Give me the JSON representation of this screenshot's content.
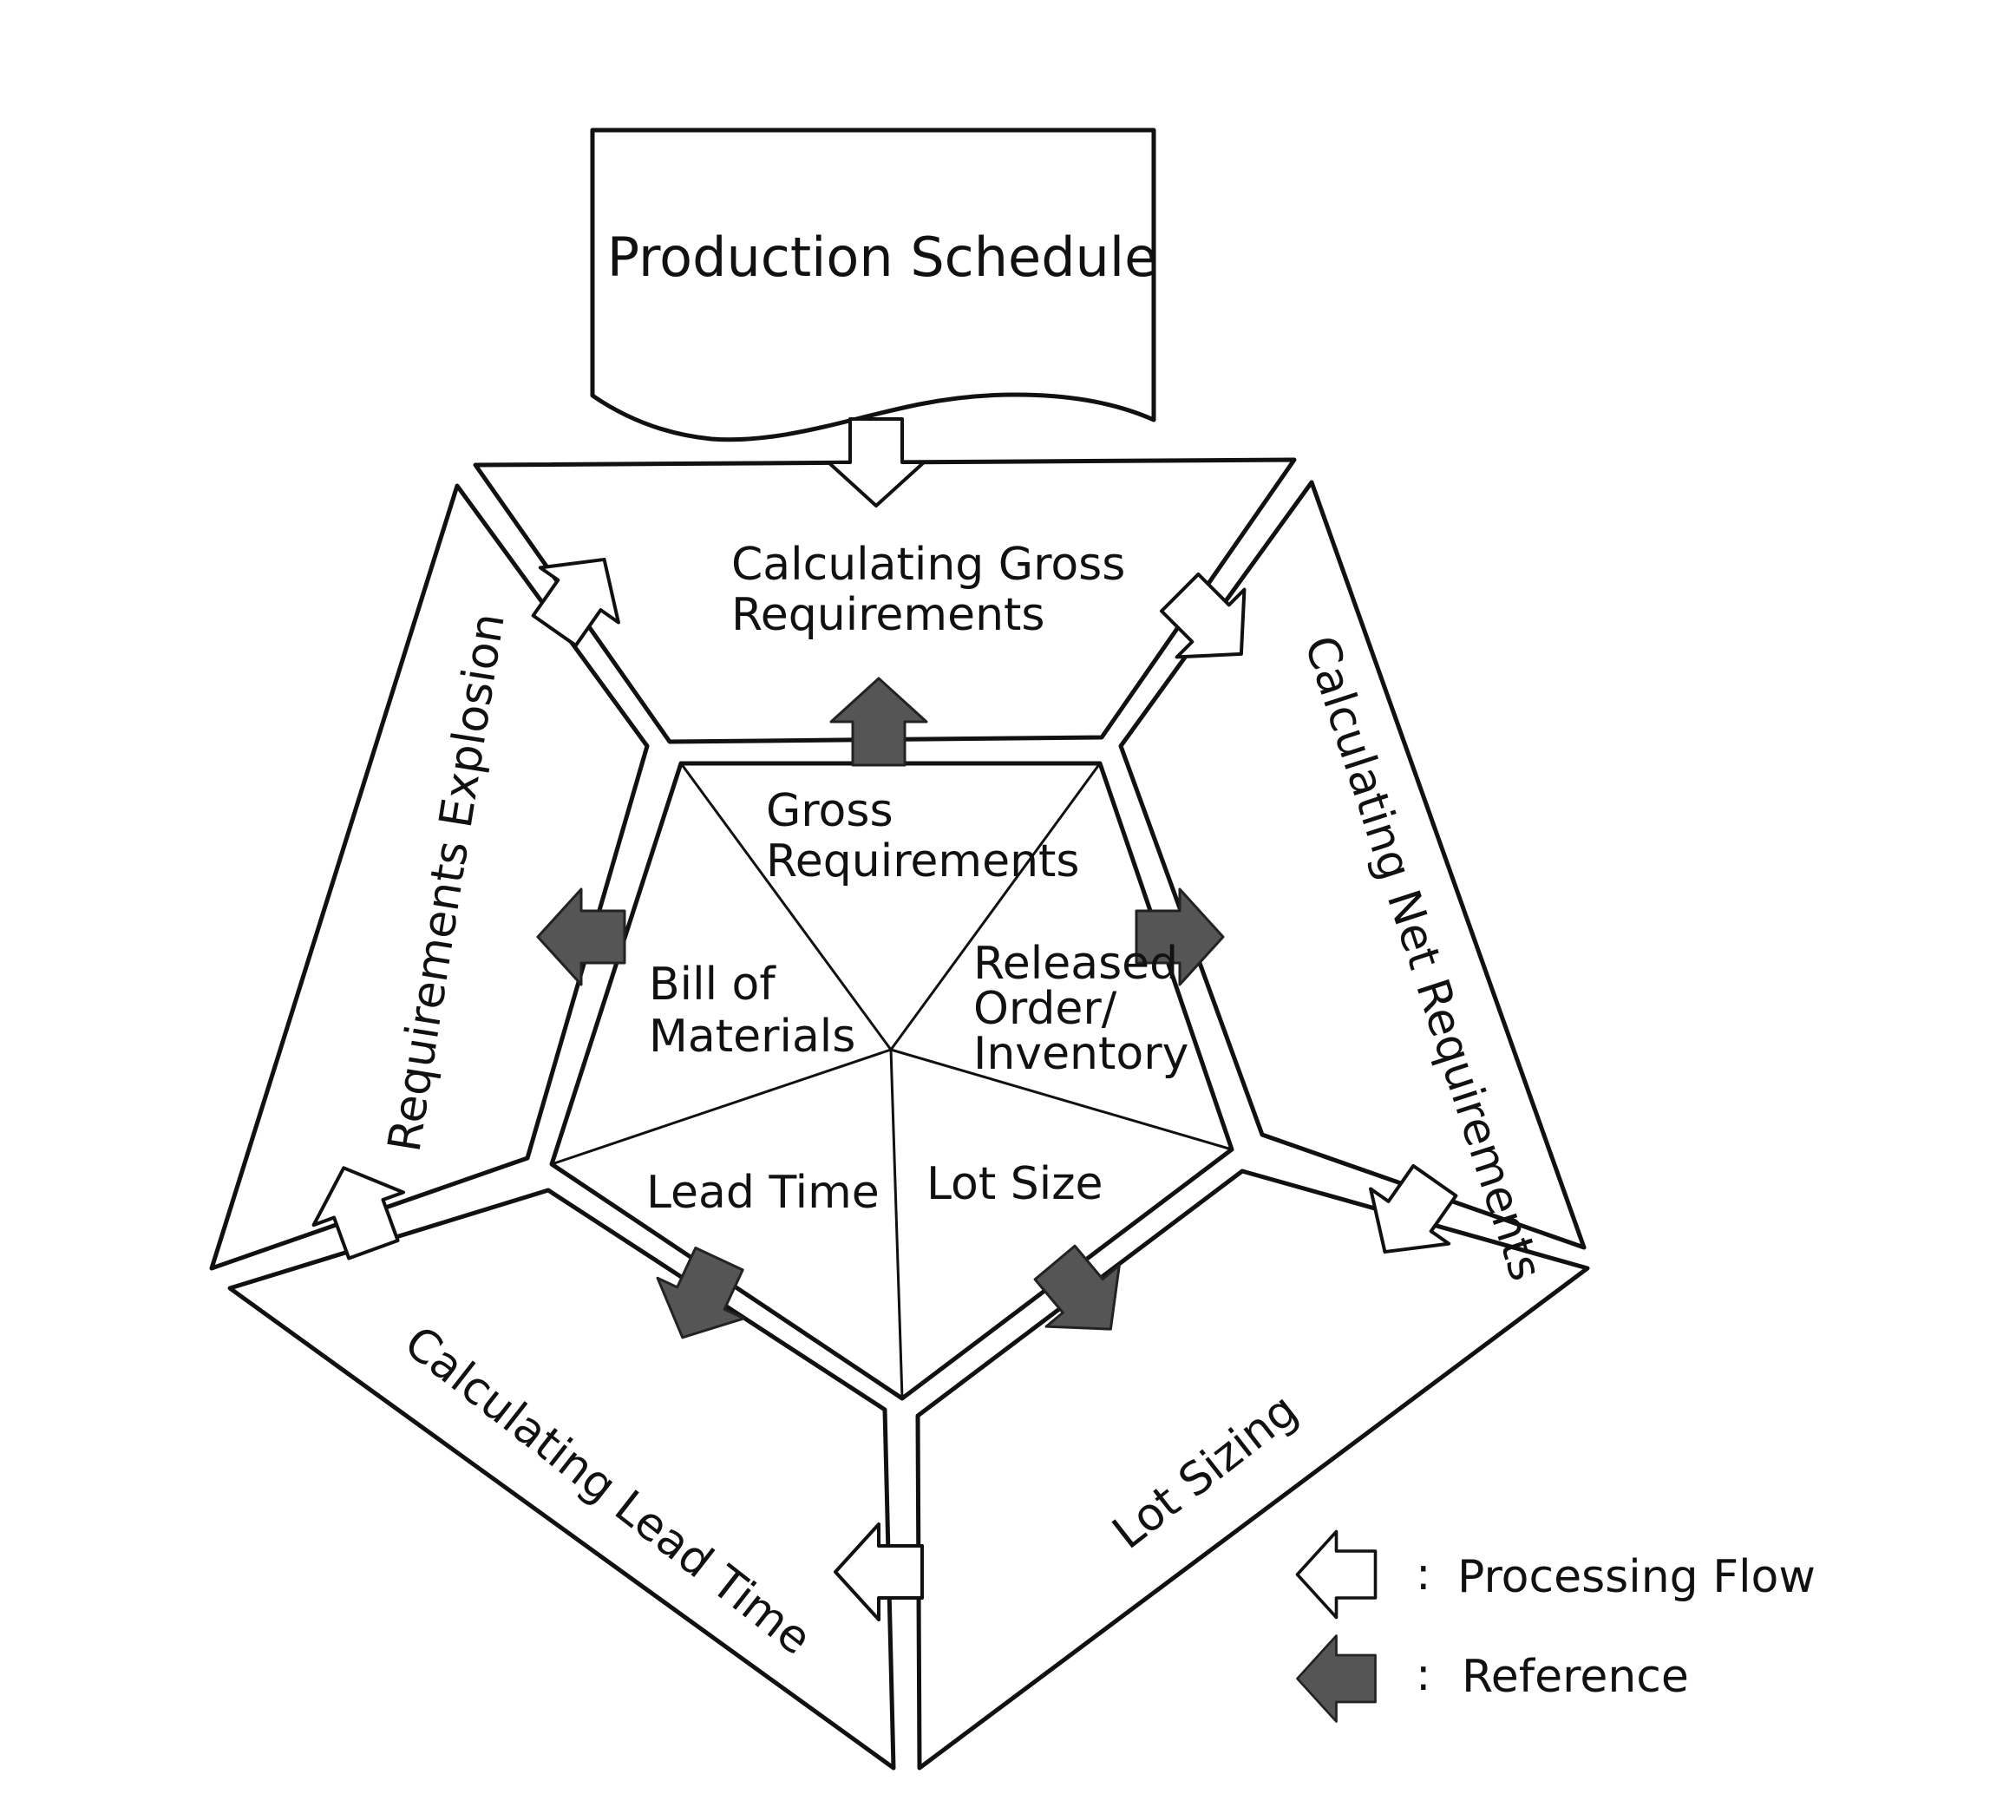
{
  "document": {
    "title": "Production Schedule"
  },
  "processes": {
    "gross": [
      "Calculating Gross",
      "Requirements"
    ],
    "explosion": "Requirements Explosion",
    "net": "Calculating Net Requirements",
    "lead_time": "Calculating Lead Time",
    "lot_sizing": "Lot Sizing"
  },
  "data_sections": {
    "gross_requirements": [
      "Gross",
      "Requirements"
    ],
    "bill_of_materials": [
      "Bill of",
      "Materials"
    ],
    "released_order": [
      "Released",
      "Order/",
      "Inventory"
    ],
    "lead_time": "Lead Time",
    "lot_size": "Lot Size"
  },
  "legend": {
    "processing_flow": "Processing Flow",
    "reference": "Reference",
    "separator": ":"
  },
  "colors": {
    "line": "#111111",
    "reference_fill": "#555555",
    "processing_fill": "#ffffff"
  }
}
